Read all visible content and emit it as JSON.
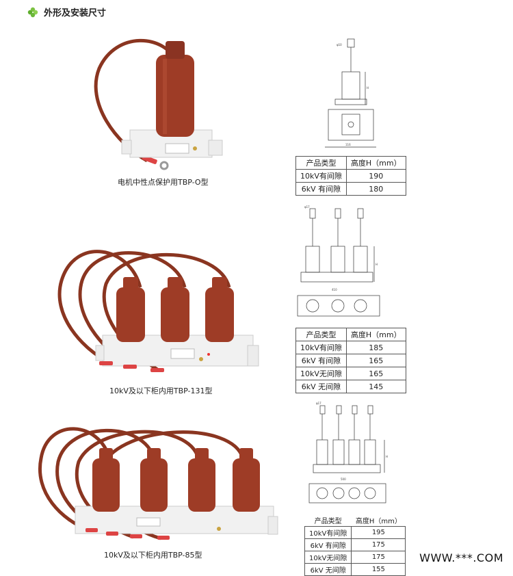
{
  "header": {
    "title": "外形及安装尺寸"
  },
  "products": [
    {
      "caption": "电机中性点保护用TBP-O型",
      "table": {
        "headers": [
          "产品类型",
          "高度H（mm）"
        ],
        "rows": [
          [
            "10kV有间隙",
            "190"
          ],
          [
            "6kV 有间隙",
            "180"
          ]
        ]
      }
    },
    {
      "caption": "10kV及以下柜内用TBP-131型",
      "table": {
        "headers": [
          "产品类型",
          "高度H（mm）"
        ],
        "rows": [
          [
            "10kV有间隙",
            "185"
          ],
          [
            "6kV 有间隙",
            "165"
          ],
          [
            "10kV无间隙",
            "165"
          ],
          [
            "6kV 无间隙",
            "145"
          ]
        ]
      }
    },
    {
      "caption": "10kV及以下柜内用TBP-85型",
      "table": {
        "headers": [
          "产品类型",
          "高度H（mm）"
        ],
        "rows": [
          [
            "10kV有间隙",
            "195"
          ],
          [
            "6kV 有间隙",
            "175"
          ],
          [
            "10kV无间隙",
            "175"
          ],
          [
            "6kV 无间隙",
            "155"
          ]
        ]
      }
    }
  ],
  "footer": {
    "watermark": "WWW.***.COM"
  },
  "colors": {
    "insulator": "#9e3c26",
    "insulator_dark": "#7a2a18",
    "base": "#f1f1f1",
    "cable": "#8a3520"
  }
}
